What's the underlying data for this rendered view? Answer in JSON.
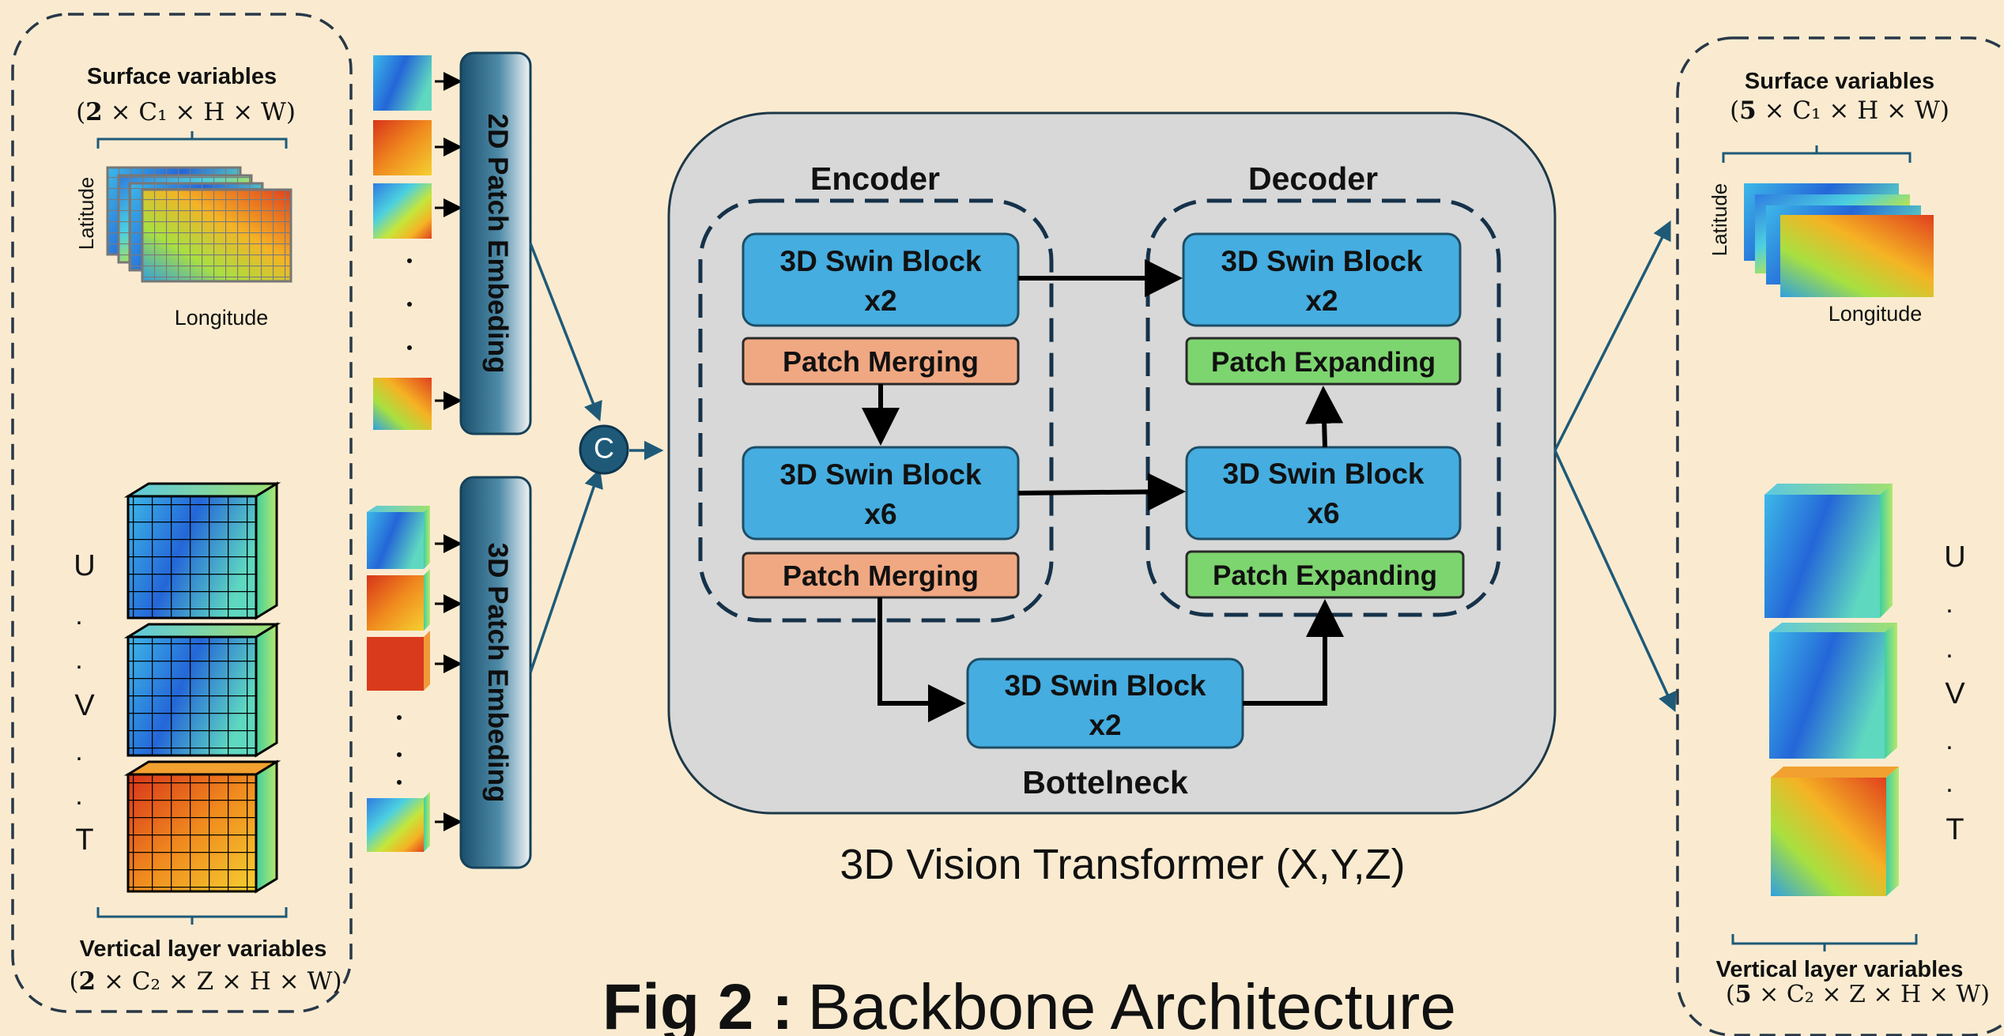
{
  "figure": {
    "title_prefix": "Fig 2 :",
    "title_main": "Backbone Architecture",
    "vit_caption": "3D Vision Transformer (X,Y,Z)"
  },
  "input": {
    "surface_title": "Surface variables",
    "surface_dims_open": "(",
    "surface_dims_coef": "2",
    "surface_dims_rest": " × C₁ × H × W)",
    "latitude": "Latitude",
    "longitude": "Longitude",
    "var_u": "U",
    "var_v": "V",
    "var_t": "T",
    "dot": ".",
    "vertical_title": "Vertical layer variables",
    "vertical_dims_open": "(",
    "vertical_dims_coef": "2",
    "vertical_dims_rest": " × C₂ × Z × H × W)"
  },
  "embedding": {
    "patch2d": "2D Patch Embeding",
    "patch3d": "3D Patch Embeding",
    "concat": "C"
  },
  "encoder": {
    "title": "Encoder",
    "block1_line1": "3D Swin Block",
    "block1_line2": "x2",
    "merge1": "Patch Merging",
    "block2_line1": "3D Swin Block",
    "block2_line2": "x6",
    "merge2": "Patch Merging"
  },
  "decoder": {
    "title": "Decoder",
    "block1_line1": "3D Swin Block",
    "block1_line2": "x2",
    "expand1": "Patch Expanding",
    "block2_line1": "3D Swin Block",
    "block2_line2": "x6",
    "expand2": "Patch Expanding"
  },
  "bottleneck": {
    "label": "Bottelneck",
    "block_line1": "3D Swin Block",
    "block_line2": "x2"
  },
  "output": {
    "surface_title": "Surface variables",
    "surface_dims_open": "(",
    "surface_dims_coef": "5",
    "surface_dims_rest": " × C₁ × H × W)",
    "latitude": "Latitude",
    "longitude": "Longitude",
    "var_u": "U",
    "var_v": "V",
    "var_t": "T",
    "dot": ".",
    "vertical_title": "Vertical layer variables",
    "vertical_dims_open": "(",
    "vertical_dims_coef": "5",
    "vertical_dims_rest": " × C₂ × Z × H × W)"
  },
  "colors": {
    "background": "#FAEBD0",
    "swin_block": "#45ADE0",
    "patch_merging": "#F0A882",
    "patch_expanding": "#7DD56F",
    "vit_panel": "#D8D8D8",
    "embedding_bar": "#1E5A78",
    "connector": "#1E5A78"
  }
}
